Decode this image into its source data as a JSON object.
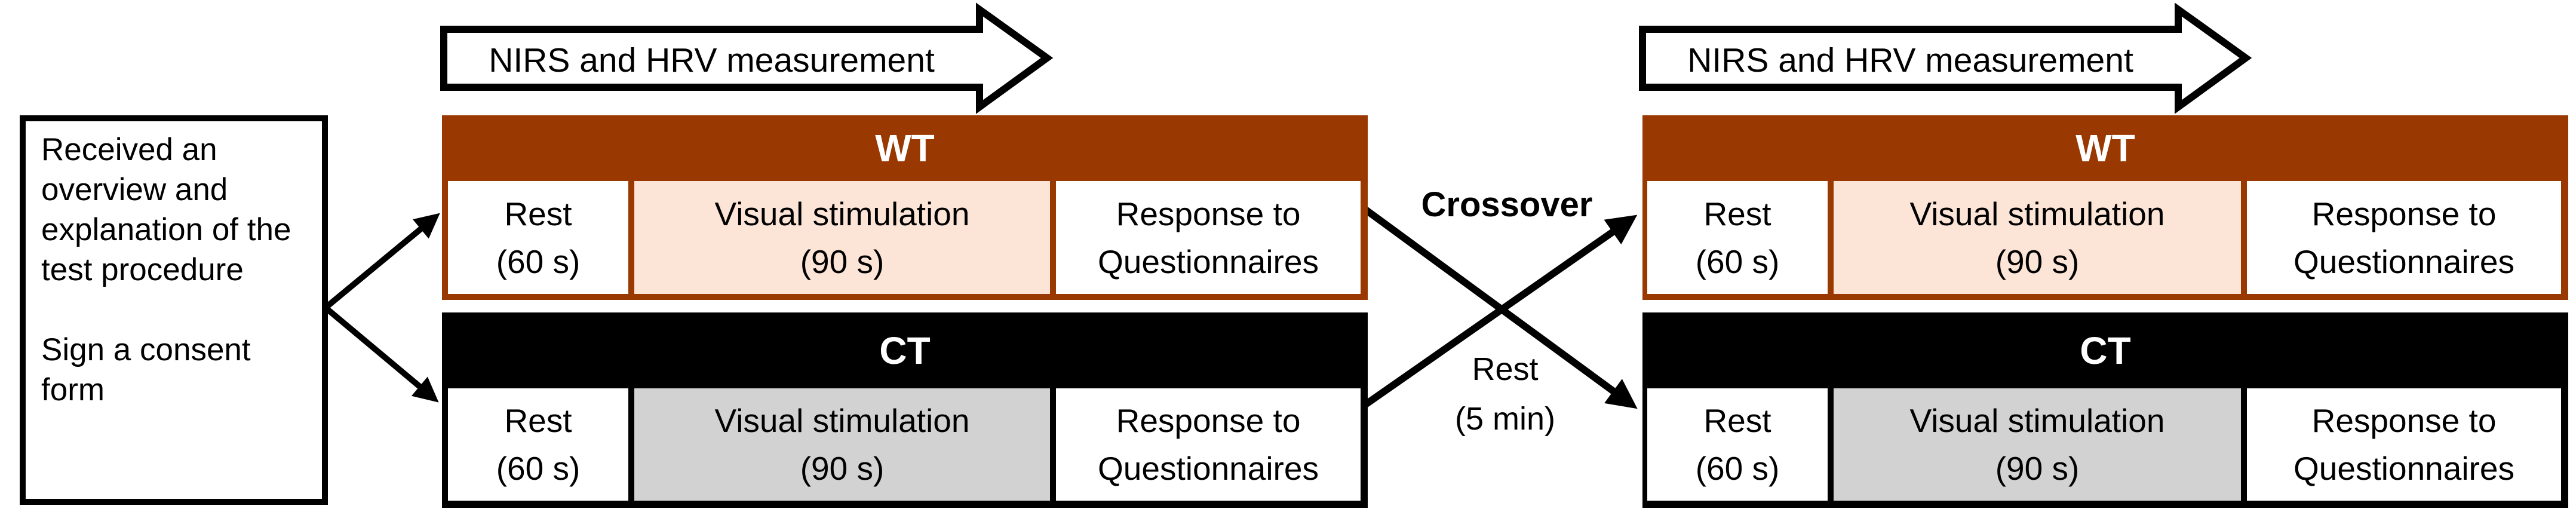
{
  "consent_box": {
    "paragraph1": "Received an overview and explanation of the test procedure",
    "paragraph2": "Sign a consent form"
  },
  "measurement_arrow_left": {
    "label": "NIRS and HRV measurement"
  },
  "measurement_arrow_right": {
    "label": "NIRS and HRV measurement"
  },
  "crossover": {
    "label": "Crossover"
  },
  "rest_between": {
    "line1": "Rest",
    "line2": "(5 min)"
  },
  "sessions": {
    "left_wt": {
      "header": "WT",
      "cells": [
        {
          "line1": "Rest",
          "line2": "(60 s)"
        },
        {
          "line1": "Visual stimulation",
          "line2": "(90 s)"
        },
        {
          "line1": "Response to",
          "line2": "Questionnaires"
        }
      ]
    },
    "left_ct": {
      "header": "CT",
      "cells": [
        {
          "line1": "Rest",
          "line2": "(60 s)"
        },
        {
          "line1": "Visual stimulation",
          "line2": "(90 s)"
        },
        {
          "line1": "Response to",
          "line2": "Questionnaires"
        }
      ]
    },
    "right_wt": {
      "header": "WT",
      "cells": [
        {
          "line1": "Rest",
          "line2": "(60 s)"
        },
        {
          "line1": "Visual stimulation",
          "line2": "(90 s)"
        },
        {
          "line1": "Response to",
          "line2": "Questionnaires"
        }
      ]
    },
    "right_ct": {
      "header": "CT",
      "cells": [
        {
          "line1": "Rest",
          "line2": "(60 s)"
        },
        {
          "line1": "Visual stimulation",
          "line2": "(90 s)"
        },
        {
          "line1": "Response to",
          "line2": "Questionnaires"
        }
      ]
    }
  },
  "colors": {
    "wt_header_brown": "#993800",
    "wt_stimulation_peach": "#FCE4D6",
    "ct_header_black": "#000000",
    "ct_stimulation_gray": "#D2D2D2",
    "arrow_fill_white": "#FFFFFF",
    "outline_black": "#000000"
  }
}
